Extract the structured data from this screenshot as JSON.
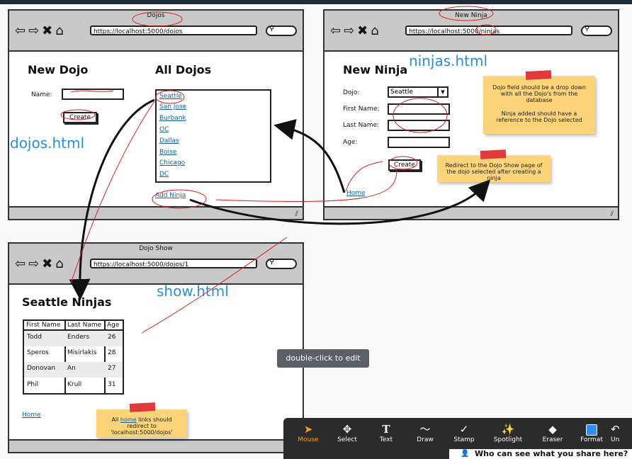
{
  "windows": {
    "dojos": {
      "title": "Dojos",
      "url": "https://localhost:5000/dojos"
    },
    "ninja": {
      "title": "New Ninja",
      "url": "https://localhost:5000/ninjas"
    },
    "show": {
      "title": "Dojo Show",
      "url": "https://localhost:5000/dojos/1"
    }
  },
  "dojos_page": {
    "heading_new": "New Dojo",
    "name_label": "Name:",
    "create_label": "Create",
    "heading_all": "All Dojos",
    "list": [
      "Seattle",
      "San Jose",
      "Burbank",
      "OC",
      "Dallas",
      "Boise",
      "Chicago",
      "DC"
    ],
    "add_ninja": "Add Ninja"
  },
  "ninja_page": {
    "heading": "New Ninja",
    "dojo_label": "Dojo:",
    "dojo_value": "Seattle",
    "first_label": "First Name:",
    "last_label": "Last Name:",
    "age_label": "Age:",
    "create_label": "Create",
    "home": "Home"
  },
  "show_page": {
    "heading": "Seattle Ninjas",
    "headers": [
      "First Name",
      "Last Name",
      "Age"
    ],
    "rows": [
      [
        "Todd",
        "Enders",
        "26"
      ],
      [
        "Speros",
        "Misirlakis",
        "28"
      ],
      [
        "Donovan",
        "An",
        "27"
      ],
      [
        "Phil",
        "Krull",
        "31"
      ]
    ],
    "home": "Home"
  },
  "annotations": {
    "dojos_html": "dojos.html",
    "ninjas_html": "ninjas.html",
    "show_html": "show.html",
    "note1_line1": "Dojo field should be a drop down with all the Dojo's from the database",
    "note1_line2": "Ninja added should have a reference to the Dojo selected",
    "note2": "Redirect to the Dojo Show page of the dojo selected after creating a ninja",
    "note3_pre": "All",
    "note3_link": "home",
    "note3_post": "links should redirect to 'localhost:5000/dojos'"
  },
  "tooltip": "double-click to edit",
  "toolbar": {
    "tools": [
      "Mouse",
      "Select",
      "Text",
      "Draw",
      "Stamp",
      "Spotlight",
      "Eraser",
      "Format",
      "Un"
    ],
    "share_text": "Who can see what you share here?"
  },
  "colors": {
    "accent": "#2a8fd6",
    "sticky": "#fdd47a",
    "tape": "#e03a3a",
    "toolbar": "#2b2b2b"
  }
}
